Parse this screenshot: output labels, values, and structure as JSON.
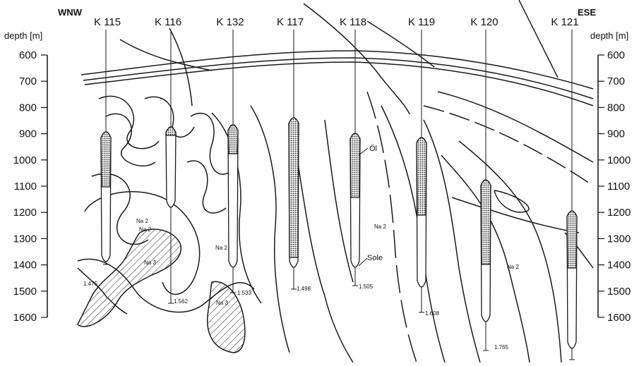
{
  "orientation": {
    "left": "WNW",
    "right": "ESE"
  },
  "axis": {
    "unit_label": "depth [m]",
    "ticks": [
      "600",
      "700",
      "800",
      "900",
      "1000",
      "1100",
      "1200",
      "1300",
      "1400",
      "1500",
      "1600"
    ]
  },
  "wells": [
    {
      "name": "K 115",
      "bottom_label": "1.475"
    },
    {
      "name": "K 116",
      "bottom_label": "1.562"
    },
    {
      "name": "K 132",
      "bottom_label": "1.533"
    },
    {
      "name": "K 117",
      "bottom_label": "1.498"
    },
    {
      "name": "K 118",
      "bottom_label": "1.505"
    },
    {
      "name": "K 119",
      "bottom_label": "1.608"
    },
    {
      "name": "K 120",
      "bottom_label": "1.765"
    },
    {
      "name": "K 121",
      "bottom_label": ""
    }
  ],
  "annotations": {
    "oil": "Öl",
    "sole": "Sole",
    "na2_a": "Na 2",
    "na2_b": "Na 2",
    "na2_c": "Na 2",
    "na2_d": "Na 2",
    "na2_e": "Na 2",
    "na3_a": "Na 3",
    "na3_b": "Na 3"
  }
}
